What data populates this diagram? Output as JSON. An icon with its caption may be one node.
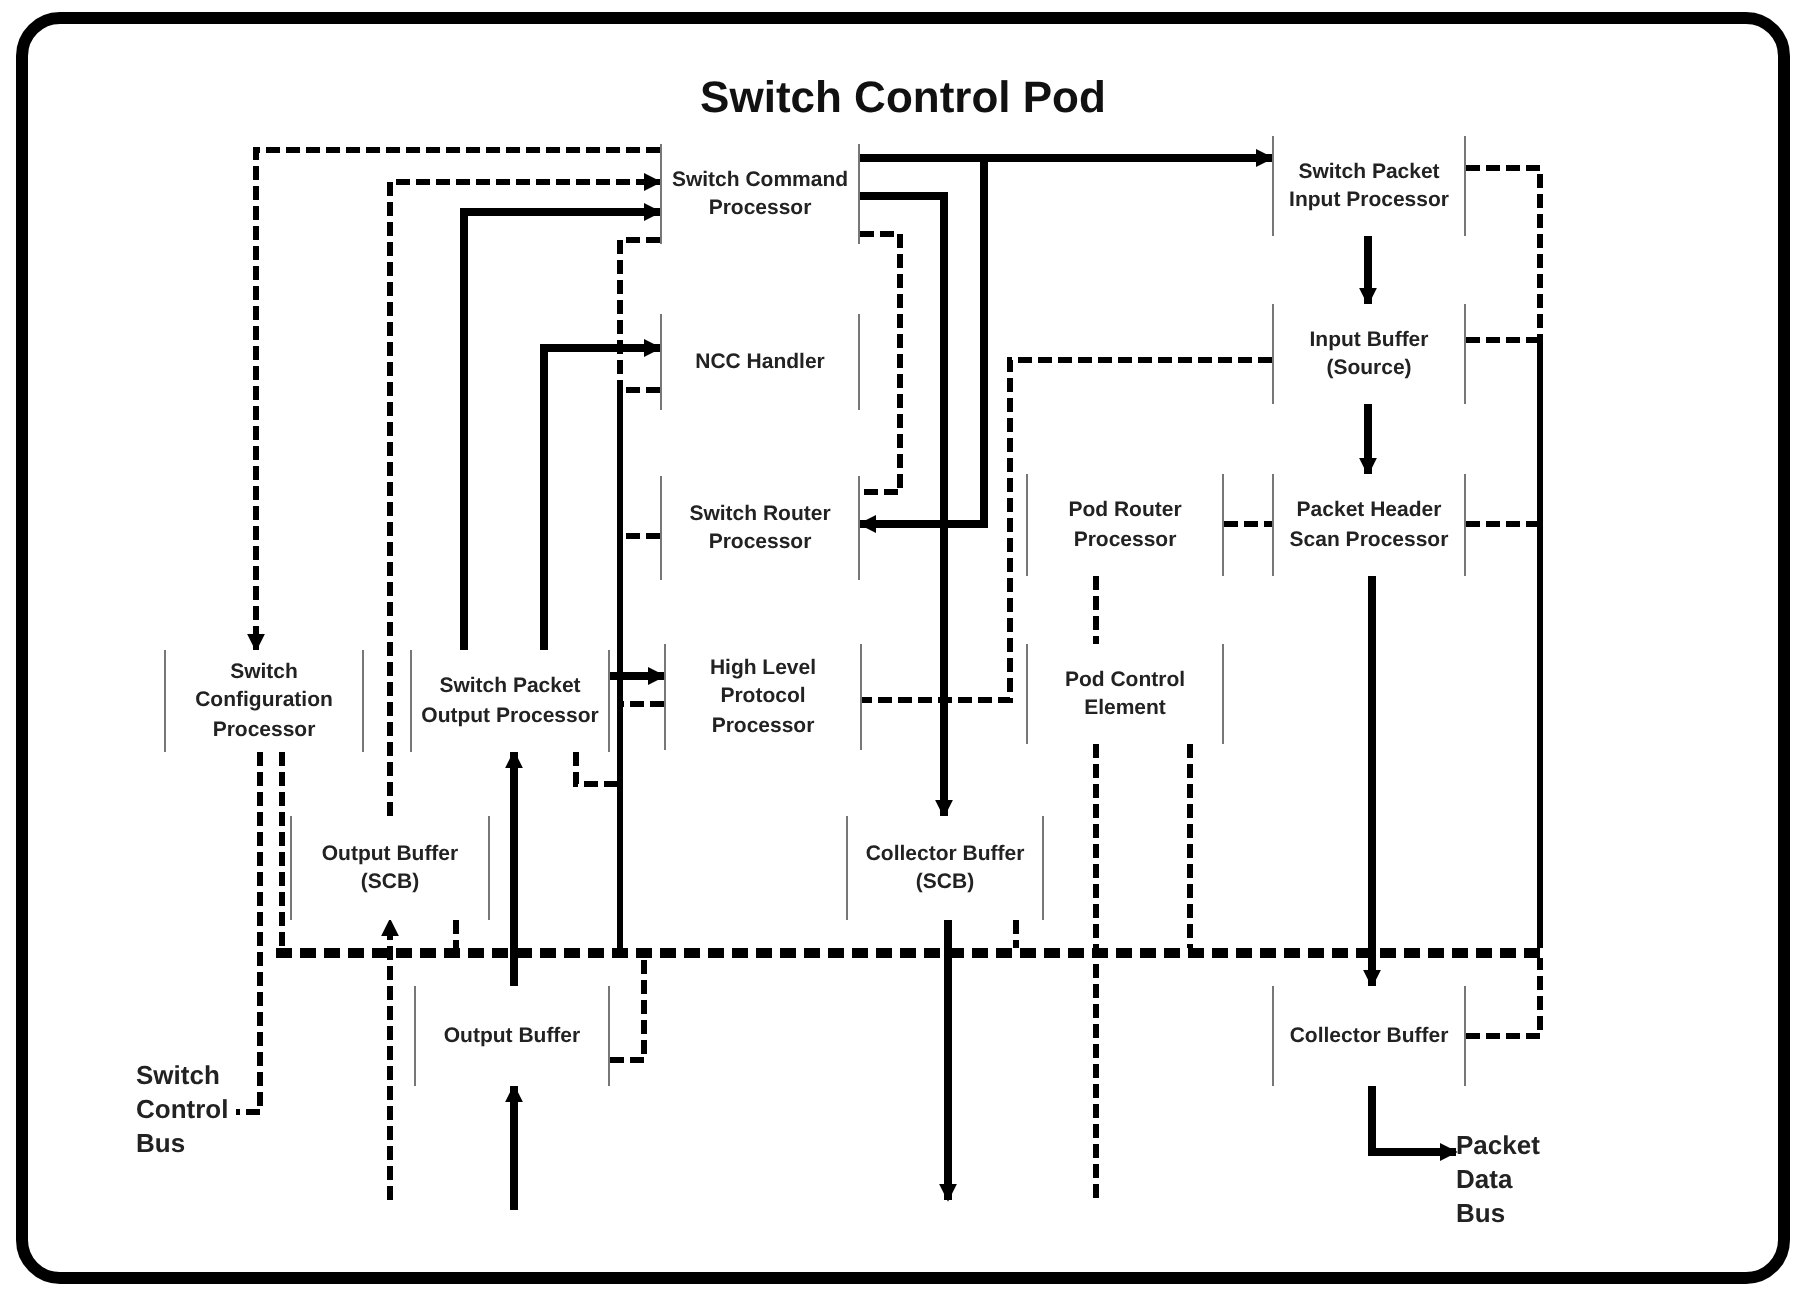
{
  "diagram": {
    "title": "Switch Control Pod",
    "nodes": [
      {
        "text": [
          "Switch Command Processor"
        ]
      },
      {
        "text": [
          "Switch Packet Input Processor"
        ]
      },
      {
        "text": [
          "NCC Handler"
        ]
      },
      {
        "text": [
          "Input Buffer (Source)"
        ]
      },
      {
        "text": [
          "Switch Router Processor"
        ]
      },
      {
        "text": [
          "Pod Router Processor"
        ]
      },
      {
        "text": [
          "Packet Header Scan Processor"
        ]
      },
      {
        "text": [
          "Switch Configuration Processor"
        ]
      },
      {
        "text": [
          "Switch Packet Output Processor"
        ]
      },
      {
        "text": [
          "High Level Protocol Processor"
        ]
      },
      {
        "text": [
          "Pod Control Element"
        ]
      },
      {
        "text": [
          "Output Buffer (SCB)"
        ]
      },
      {
        "text": [
          "Collector Buffer (SCB)"
        ]
      },
      {
        "text": [],
        "shape": "bar"
      },
      {
        "text": [
          "Output Buffer"
        ]
      },
      {
        "text": [
          "Collector Buffer"
        ]
      },
      {
        "text": [
          "Switch Control Bus"
        ]
      },
      {
        "text": [
          "Packet Data Bus"
        ]
      }
    ],
    "edges": [
      {
        "from": 0,
        "to": 1,
        "arrow": "to"
      },
      {
        "from": 0,
        "to": 12,
        "arrow": "to"
      },
      {
        "from": 0,
        "to": 4,
        "arrow": "to"
      },
      {
        "from": 8,
        "to": 0,
        "arrow": "to"
      },
      {
        "from": 8,
        "to": 2,
        "arrow": "to"
      },
      {
        "from": 8,
        "to": 9,
        "arrow": "to"
      },
      {
        "from": 14,
        "to": 8,
        "arrow": "to"
      },
      {
        "from": null,
        "to": 14,
        "arrow": "to"
      },
      {
        "from": 1,
        "to": 3,
        "arrow": "to"
      },
      {
        "from": 3,
        "to": 6,
        "arrow": "to"
      },
      {
        "from": 6,
        "to": 15,
        "arrow": "to"
      },
      {
        "from": 15,
        "to": 17,
        "arrow": "to"
      },
      {
        "from": 12,
        "to": null,
        "arrow": "to"
      },
      {
        "from": 0,
        "to": 7,
        "arrow": "to",
        "style": "dashed"
      },
      {
        "from": 7,
        "to": 16,
        "arrow": "none",
        "style": "dashed"
      },
      {
        "from": 11,
        "to": 0,
        "arrow": "to",
        "style": "dashed"
      },
      {
        "from": null,
        "to": 11,
        "arrow": "to",
        "style": "dashed"
      },
      {
        "from": 7,
        "to": 13,
        "arrow": "none",
        "style": "dashed"
      },
      {
        "from": 11,
        "to": 13,
        "arrow": "none",
        "style": "dashed"
      },
      {
        "from": 8,
        "to": 13,
        "arrow": "none",
        "style": "dashed"
      },
      {
        "from": 0,
        "to": 13,
        "arrow": "none",
        "style": "dashed"
      },
      {
        "from": 2,
        "to": 13,
        "arrow": "none",
        "style": "dashed"
      },
      {
        "from": 4,
        "to": 13,
        "arrow": "none",
        "style": "dashed"
      },
      {
        "from": 9,
        "to": 13,
        "arrow": "none",
        "style": "dashed"
      },
      {
        "from": 14,
        "to": 13,
        "arrow": "none",
        "style": "dashed"
      },
      {
        "from": 0,
        "to": 4,
        "arrow": "none",
        "style": "dashed"
      },
      {
        "from": 3,
        "to": 9,
        "arrow": "none",
        "style": "dashed"
      },
      {
        "from": 12,
        "to": 13,
        "arrow": "none",
        "style": "dashed"
      },
      {
        "from": 5,
        "to": 10,
        "arrow": "none",
        "style": "dashed"
      },
      {
        "from": 10,
        "to": null,
        "arrow": "none",
        "style": "dashed"
      },
      {
        "from": 10,
        "to": 13,
        "arrow": "none",
        "style": "dashed"
      },
      {
        "from": 5,
        "to": 6,
        "arrow": "none",
        "style": "dashed"
      },
      {
        "from": 1,
        "to": 13,
        "arrow": "none",
        "style": "dashed"
      },
      {
        "from": 3,
        "to": 13,
        "arrow": "none",
        "style": "dashed"
      },
      {
        "from": 6,
        "to": 13,
        "arrow": "none",
        "style": "dashed"
      },
      {
        "from": 15,
        "to": 13,
        "arrow": "none",
        "style": "dashed"
      }
    ]
  }
}
